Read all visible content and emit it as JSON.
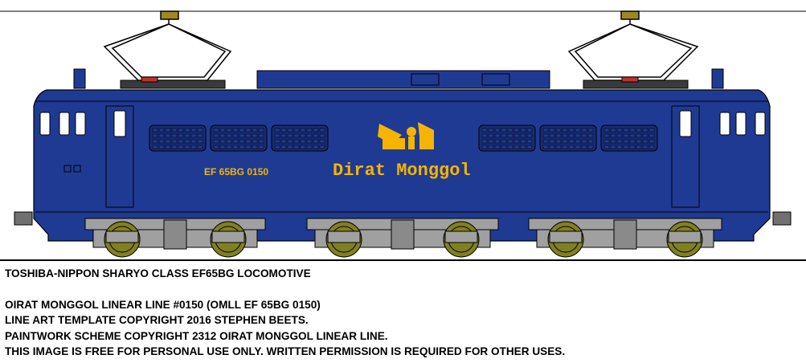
{
  "locomotive": {
    "number_plate": "EF 65BG 0150",
    "brand_name": "Dirat Monggol",
    "emblem": "winged-horse-emblem",
    "colors": {
      "body": "#1f3a93",
      "body_dark": "#172c73",
      "roof_equipment": "#1f3a93",
      "lettering": "#f5b400",
      "bogie": "#a0a0a0",
      "wheel": "#808020",
      "pantograph": "#000000",
      "window": "#ffffff"
    }
  },
  "caption": {
    "line1": "TOSHIBA-NIPPON SHARYO CLASS EF65BG LOCOMOTIVE",
    "line2": "OIRAT MONGGOL LINEAR LINE #0150 (OMLL EF 65BG 0150)",
    "line3": "LINE ART TEMPLATE COPYRIGHT 2016 STEPHEN BEETS.",
    "line4": "PAINTWORK SCHEME COPYRIGHT 2312 OIRAT MONGGOL LINEAR LINE.",
    "line5": "THIS IMAGE IS FREE FOR PERSONAL USE ONLY. WRITTEN PERMISSION IS REQUIRED FOR OTHER USES."
  }
}
